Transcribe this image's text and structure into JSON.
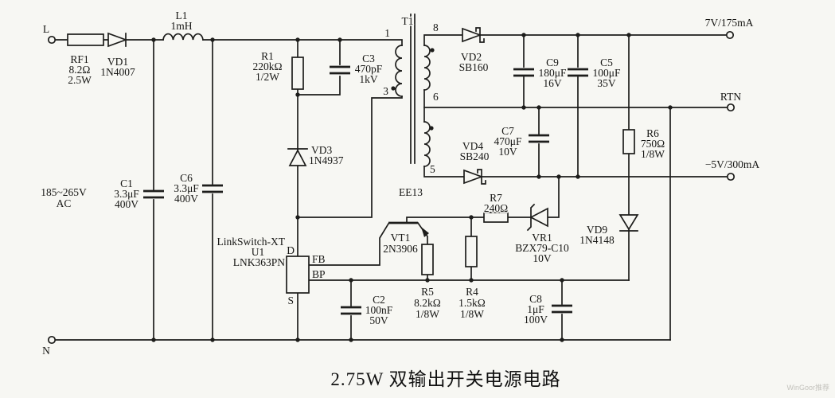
{
  "title": "2.75W 双输出开关电源电路",
  "watermark": "WinGoor推荐",
  "terminals": {
    "l": "L",
    "n": "N",
    "out_pos": "7V/175mA",
    "rtn": "RTN",
    "out_neg": "−5V/300mA"
  },
  "input_ac": {
    "volts": "185~265V",
    "ac": "AC"
  },
  "components": {
    "rf1": {
      "name": "RF1",
      "value": "8.2Ω",
      "power": "2.5W"
    },
    "vd1": {
      "name": "VD1",
      "value": "1N4007"
    },
    "l1": {
      "name": "L1",
      "value": "1mH"
    },
    "c1": {
      "name": "C1",
      "value": "3.3μF",
      "voltage": "400V"
    },
    "c6": {
      "name": "C6",
      "value": "3.3μF",
      "voltage": "400V"
    },
    "r1": {
      "name": "R1",
      "value": "220kΩ",
      "power": "1/2W"
    },
    "c3": {
      "name": "C3",
      "value": "470pF",
      "voltage": "1kV"
    },
    "vd3": {
      "name": "VD3",
      "value": "1N4937"
    },
    "t1": {
      "name": "T1",
      "core": "EE13",
      "pins": {
        "p1": "1",
        "p3": "3",
        "p8": "8",
        "p6": "6",
        "p5": "5"
      }
    },
    "vd2": {
      "name": "VD2",
      "value": "SB160"
    },
    "vd4": {
      "name": "VD4",
      "value": "SB240"
    },
    "c9": {
      "name": "C9",
      "value": "180μF",
      "voltage": "16V"
    },
    "c5": {
      "name": "C5",
      "value": "100μF",
      "voltage": "35V"
    },
    "c7": {
      "name": "C7",
      "value": "470μF",
      "voltage": "10V"
    },
    "r6": {
      "name": "R6",
      "value": "750Ω",
      "power": "1/8W"
    },
    "vd9": {
      "name": "VD9",
      "value": "1N4148"
    },
    "r7": {
      "name": "R7",
      "value": "240Ω"
    },
    "vr1": {
      "name": "VR1",
      "value": "BZX79-C10",
      "voltage": "10V"
    },
    "vt1": {
      "name": "VT1",
      "value": "2N3906"
    },
    "r5": {
      "name": "R5",
      "value": "8.2kΩ",
      "power": "1/8W"
    },
    "r4": {
      "name": "R4",
      "value": "1.5kΩ",
      "power": "1/8W"
    },
    "c2": {
      "name": "C2",
      "value": "100nF",
      "voltage": "50V"
    },
    "c8": {
      "name": "C8",
      "value": "1μF",
      "voltage": "100V"
    },
    "u1": {
      "line1": "LinkSwitch-XT",
      "line2": "U1",
      "line3": "LNK363PN",
      "pins": {
        "d": "D",
        "fb": "FB",
        "bp": "BP",
        "s": "S"
      }
    }
  }
}
